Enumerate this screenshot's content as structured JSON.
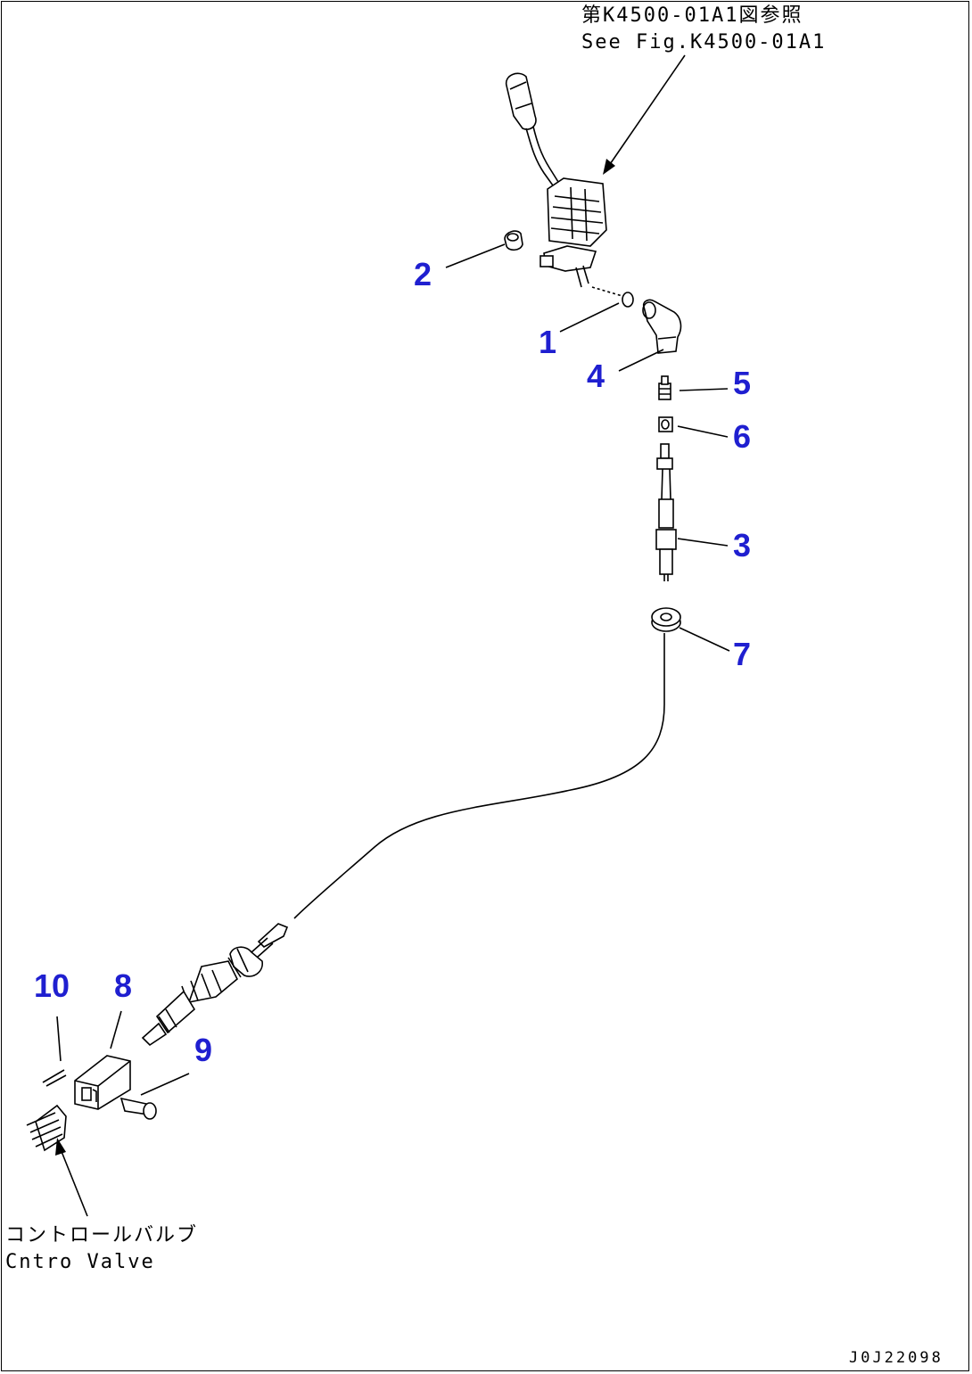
{
  "reference_note": {
    "line1": "第K4500-01A1図参照",
    "line2": "See Fig.K4500-01A1"
  },
  "valve_note": {
    "line1": "コントロールバルブ",
    "line2": "Cntro  Valve"
  },
  "drawing_number": "J0J22098",
  "callouts": [
    "1",
    "2",
    "3",
    "4",
    "5",
    "6",
    "7",
    "8",
    "9",
    "10"
  ]
}
